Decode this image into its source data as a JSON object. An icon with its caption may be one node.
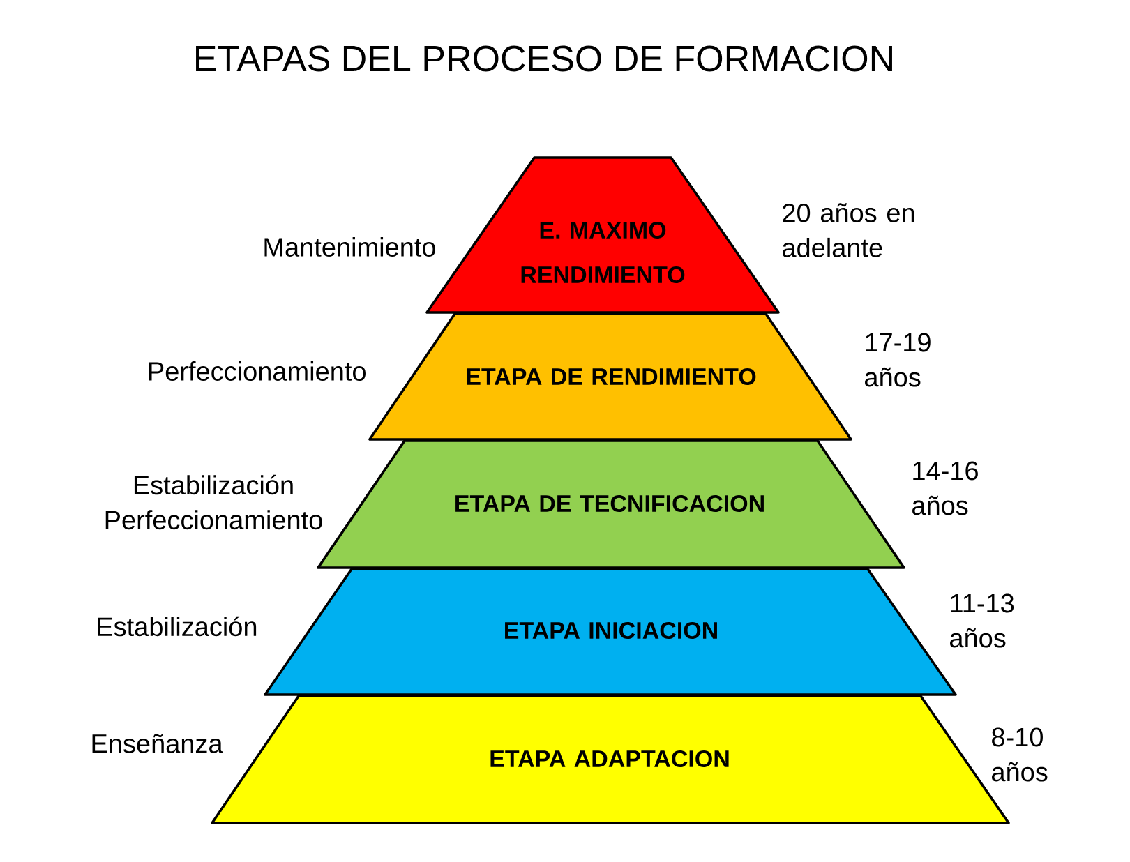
{
  "diagram": {
    "title": "ETAPAS DEL PROCESO DE FORMACION",
    "nodes": [
      {
        "text": [
          "E. MAXIMO RENDIMIENTO"
        ],
        "beside": [
          "Mantenimiento",
          "20 años en adelante"
        ]
      },
      {
        "text": [
          "ETAPA DE RENDIMIENTO"
        ],
        "beside": [
          "Perfeccionamiento",
          "17-19 años"
        ]
      },
      {
        "text": [
          "ETAPA DE TECNIFICACION"
        ],
        "beside": [
          "Estabilización Perfeccionamiento",
          "14-16 años"
        ]
      },
      {
        "text": [
          "ETAPA INICIACION"
        ],
        "beside": [
          "Estabilización",
          "11-13 años"
        ]
      },
      {
        "text": [
          "ETAPA ADAPTACION"
        ],
        "beside": [
          "Enseñanza",
          "8-10 años"
        ]
      }
    ]
  }
}
